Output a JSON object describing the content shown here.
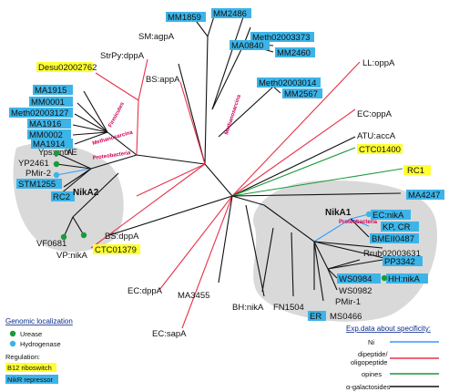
{
  "colors": {
    "background": "#ffffff",
    "nickel_line": "#3399ff",
    "dipeptide_line": "#e8304a",
    "opine_line": "#1a9a3a",
    "galactoside_line": "#111111",
    "b12_riboswitch_fill": "#ffff33",
    "nikr_repressor_fill": "#3cb4e8",
    "urease_dot": "#1a9a3a",
    "hydrogenase_dot": "#3cb4e8",
    "cluster_shade": "#d9d9d9",
    "group_label": "#d0005a"
  },
  "labels": {
    "mm1859": "MM1859",
    "mm2486": "MM2486",
    "sm_agpa": "SM:agpA",
    "meth02003373": "Meth02003373",
    "ma0840": "MA0840",
    "mm2460": "MM2460",
    "strpy_dppa": "StrPy:dppA",
    "desu02002762": "Desu02002762",
    "bs_appa": "BS:appA",
    "ll_oppa": "LL:oppA",
    "meth02003014": "Meth02003014",
    "mm2567": "MM2567",
    "ma1915": "MA1915",
    "mm0001": "MM0001",
    "meth02003127": "Meth02003127",
    "ma1916": "MA1916",
    "mm0002": "MM0002",
    "ma1914": "MA1914",
    "ec_oppa": "EC:oppA",
    "atu_acca": "ATU:accA",
    "ctc01400": "CTC01400",
    "yps_ynta": "Yps:yntA",
    "ye": "YE",
    "yp2461": "YP2461",
    "pmir2": "PMir-2",
    "stm1255": "STM1255",
    "rc2": "RC2",
    "rc1": "RC1",
    "ma4247": "MA4247",
    "nika2": "NikA2",
    "nika1": "NikA1",
    "ec_nika": "EC:nikA",
    "kp_cr": "KP, CR",
    "bmeii0487": "BMEII0487",
    "rrub02003631": "Rrub02003631",
    "pp3342": "PP3342",
    "vf0681": "VF0681",
    "vp_nika": "VP:nikA",
    "bs_dppa": "BS:dppA",
    "ctc01379": "CTC01379",
    "ws0984": "WS0984",
    "hh_nika": "HH:nikA",
    "ws0982": "WS0982",
    "pmir1": "PMir-1",
    "ec_dppa": "EC:dppA",
    "ma3455": "MA3455",
    "bh_nika": "BH:nikA",
    "fn1504": "FN1504",
    "er": "ER",
    "ms0466": "MS0466",
    "ec_sapa": "EC:sapA"
  },
  "group_labels": {
    "firmicutes": "Firmicutes",
    "methanosarcina_left": "Methanosarcina",
    "proteobacteria_left": "Proteobacteria",
    "methanosarcina_center": "Methanosarcina",
    "proteobacteria_right": "Proteobacteria"
  },
  "legend": {
    "genomic_title": "Genomic localization",
    "urease": "Urease",
    "hydrogenase": "Hydrogenase",
    "regulation_title": "Regulation:",
    "b12": "B12 riboswitch",
    "nikr": "NikR repressor",
    "specificity_title": "Exp.data about specificity:",
    "ni": "Ni",
    "dipeptide": "dipeptide/",
    "oligopeptide": "oligopeptide",
    "opines": "opines",
    "galactosides": "α-galactosides"
  }
}
